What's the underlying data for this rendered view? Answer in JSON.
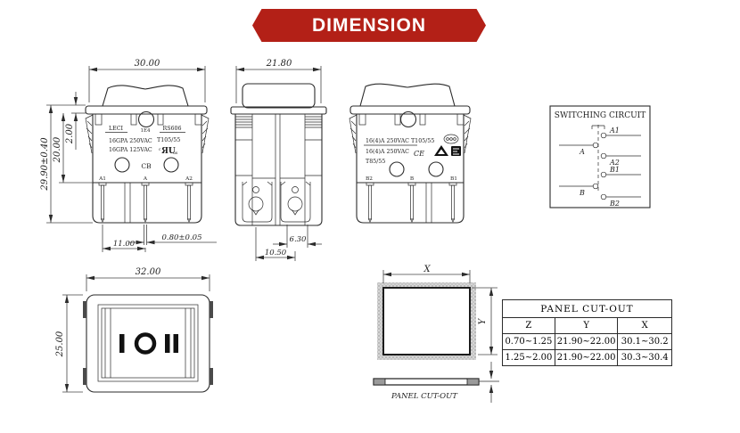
{
  "banner": {
    "label": "DIMENSION",
    "color": "#b32017"
  },
  "colors": {
    "line": "#2b2b2b",
    "banner_red": "#b32017",
    "stipple_gray": "#c9c9c9"
  },
  "views": {
    "front_a": {
      "dim_width": "30.00",
      "dim_height_total": "29.90±0.40",
      "dim_height_body": "20.00",
      "dim_flange": "2.00",
      "dim_pin_pitch": "11.00",
      "dim_pin_thickness": "0.80±0.05",
      "brand": "LECI",
      "code": "1E4",
      "model": "RS606",
      "rating_line1": "16GPA 250VAC",
      "rating_temp": "T105/55",
      "rating_line2": "16GPA 125VAC",
      "cb_mark": "CB",
      "ul_mark": "ЯU",
      "ul_prefix": "c",
      "ul_suffix": "us",
      "pin_labels": [
        "A1",
        "A",
        "A2"
      ]
    },
    "side": {
      "dim_width": "21.80",
      "dim_terminal": "6.30",
      "dim_pitch": "10.50"
    },
    "front_b": {
      "rating_line1": "16(4)A 250VAC T105/55",
      "rating_line2": "16(4)A 250VAC",
      "rating_line3": "T85/55",
      "ce_mark": "CE",
      "pin_labels": [
        "B2",
        "B",
        "B1"
      ]
    },
    "top": {
      "dim_width": "32.00",
      "dim_height": "25.00",
      "rocker_legend": [
        "I",
        "O",
        "II"
      ]
    },
    "cutout": {
      "x_label": "X",
      "y_label": "Y",
      "caption": "PANEL CUT-OUT"
    }
  },
  "circuit": {
    "title": "SWITCHING CIRCUIT",
    "labels": {
      "a": "A",
      "a1": "A1",
      "a2": "A2",
      "b": "B",
      "b1": "B1",
      "b2": "B2"
    }
  },
  "table": {
    "title": "PANEL CUT-OUT",
    "headers": [
      "Z",
      "Y",
      "X"
    ],
    "rows": [
      [
        "0.70~1.25",
        "21.90~22.00",
        "30.1~30.2"
      ],
      [
        "1.25~2.00",
        "21.90~22.00",
        "30.3~30.4"
      ]
    ]
  }
}
